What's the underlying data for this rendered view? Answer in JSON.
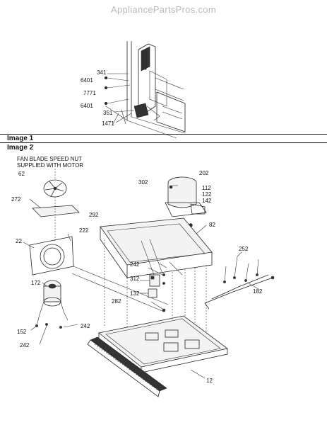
{
  "watermark": "AppliancePartsPros.com",
  "image1": {
    "label": "Image 1",
    "callouts": [
      "341",
      "6401",
      "7771",
      "6401",
      "351",
      "1471"
    ]
  },
  "image2": {
    "label": "Image 2",
    "note_line1": "FAN BLADE SPEED NUT",
    "note_line2": "SUPPLIED WITH MOTOR",
    "callouts": {
      "c62": "62",
      "c272": "272",
      "c222": "222",
      "c22": "22",
      "c172": "172",
      "c152": "152",
      "c242a": "242",
      "c242b": "242",
      "c242c": "242",
      "c302": "302",
      "c202": "202",
      "c112": "112",
      "c122": "122",
      "c142": "142",
      "c292": "292",
      "c82": "82",
      "c252": "252",
      "c312": "312",
      "c132": "132",
      "c182": "182",
      "c282": "282",
      "c12": "12"
    }
  }
}
